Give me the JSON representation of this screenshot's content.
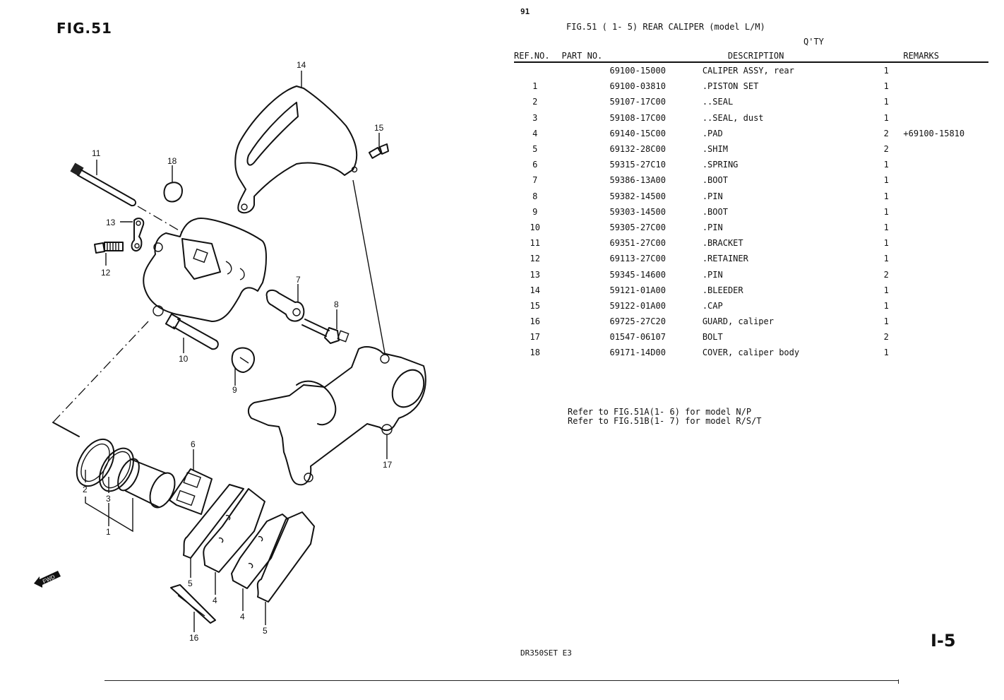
{
  "figure": {
    "label": "FIG.51",
    "fwd_label": "FWD",
    "callouts": [
      "1",
      "2",
      "3",
      "4",
      "4",
      "5",
      "5",
      "6",
      "7",
      "8",
      "9",
      "10",
      "11",
      "12",
      "13",
      "14",
      "15",
      "16",
      "17",
      "18"
    ]
  },
  "page": {
    "page_number": "91",
    "title": "FIG.51 (  1- 5) REAR CALIPER (model L/M)",
    "qty_header": "Q'TY",
    "model_code": "DR350SET E3",
    "section_mark": "I-5"
  },
  "table": {
    "headers": {
      "ref_no": "REF.NO.",
      "part_no": "PART NO.",
      "description": "DESCRIPTION",
      "qty": "",
      "remarks": "REMARKS"
    },
    "rows": [
      {
        "ref": "",
        "part": "69100-15000",
        "desc": "CALIPER ASSY, rear",
        "qty": "1",
        "remarks": ""
      },
      {
        "ref": "1",
        "part": "69100-03810",
        "desc": ".PISTON SET",
        "qty": "1",
        "remarks": ""
      },
      {
        "ref": "2",
        "part": "59107-17C00",
        "desc": "..SEAL",
        "qty": "1",
        "remarks": ""
      },
      {
        "ref": "3",
        "part": "59108-17C00",
        "desc": "..SEAL, dust",
        "qty": "1",
        "remarks": ""
      },
      {
        "ref": "4",
        "part": "69140-15C00",
        "desc": ".PAD",
        "qty": "2",
        "remarks": "+69100-15810"
      },
      {
        "ref": "5",
        "part": "69132-28C00",
        "desc": ".SHIM",
        "qty": "2",
        "remarks": ""
      },
      {
        "ref": "6",
        "part": "59315-27C10",
        "desc": ".SPRING",
        "qty": "1",
        "remarks": ""
      },
      {
        "ref": "7",
        "part": "59386-13A00",
        "desc": ".BOOT",
        "qty": "1",
        "remarks": ""
      },
      {
        "ref": "8",
        "part": "59382-14500",
        "desc": ".PIN",
        "qty": "1",
        "remarks": ""
      },
      {
        "ref": "9",
        "part": "59303-14500",
        "desc": ".BOOT",
        "qty": "1",
        "remarks": ""
      },
      {
        "ref": "10",
        "part": "59305-27C00",
        "desc": ".PIN",
        "qty": "1",
        "remarks": ""
      },
      {
        "ref": "11",
        "part": "69351-27C00",
        "desc": ".BRACKET",
        "qty": "1",
        "remarks": ""
      },
      {
        "ref": "12",
        "part": "69113-27C00",
        "desc": ".RETAINER",
        "qty": "1",
        "remarks": ""
      },
      {
        "ref": "13",
        "part": "59345-14600",
        "desc": ".PIN",
        "qty": "2",
        "remarks": ""
      },
      {
        "ref": "14",
        "part": "59121-01A00",
        "desc": ".BLEEDER",
        "qty": "1",
        "remarks": ""
      },
      {
        "ref": "15",
        "part": "59122-01A00",
        "desc": ".CAP",
        "qty": "1",
        "remarks": ""
      },
      {
        "ref": "16",
        "part": "69725-27C20",
        "desc": "GUARD, caliper",
        "qty": "1",
        "remarks": ""
      },
      {
        "ref": "17",
        "part": "01547-06107",
        "desc": "BOLT",
        "qty": "2",
        "remarks": ""
      },
      {
        "ref": "18",
        "part": "69171-14D00",
        "desc": "COVER, caliper body",
        "qty": "1",
        "remarks": ""
      }
    ]
  },
  "notes": [
    "Refer to FIG.51A(1- 6) for model N/P",
    "Refer to FIG.51B(1- 7) for model R/S/T"
  ]
}
